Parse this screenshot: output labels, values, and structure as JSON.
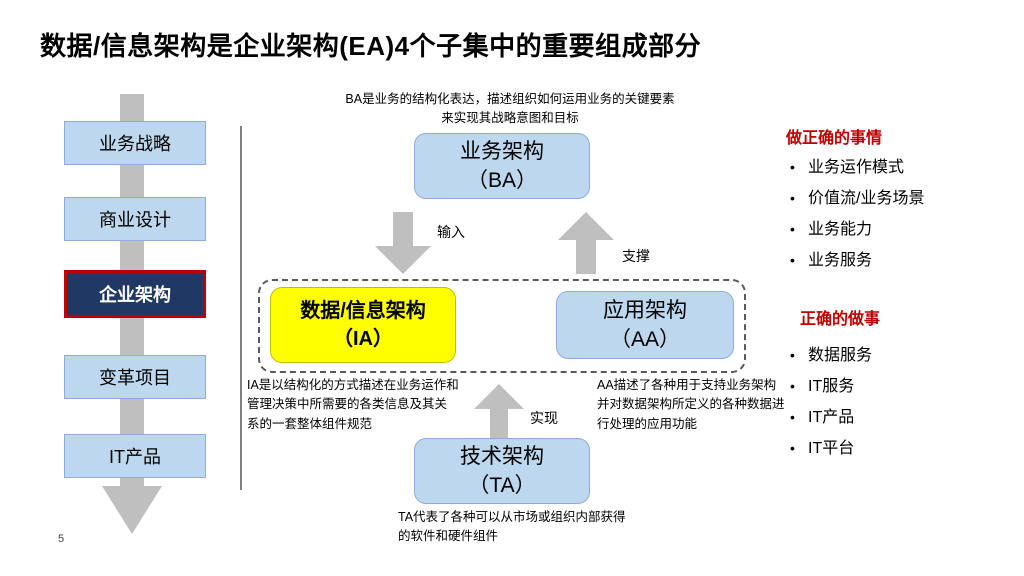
{
  "slide": {
    "title": "数据/信息架构是企业架构(EA)4个子集中的重要组成部分",
    "page_number": "5"
  },
  "sidebar": {
    "items": [
      {
        "label": "业务战略"
      },
      {
        "label": "商业设计"
      },
      {
        "label": "企业架构"
      },
      {
        "label": "变革项目"
      },
      {
        "label": "IT产品"
      }
    ]
  },
  "diagram": {
    "ba_note": "BA是业务的结构化表达，描述组织如何运用业务的关键要素来实现其战略意图和目标",
    "boxes": {
      "ba": {
        "line1": "业务架构",
        "line2": "（BA）"
      },
      "ia": {
        "line1": "数据/信息架构",
        "line2": "（IA）"
      },
      "aa": {
        "line1": "应用架构",
        "line2": "（AA）"
      },
      "ta": {
        "line1": "技术架构",
        "line2": "（TA）"
      }
    },
    "arrow_labels": {
      "input": "输入",
      "support": "支撑",
      "realize": "实现"
    },
    "ia_note": "IA是以结构化的方式描述在业务运作和管理决策中所需要的各类信息及其关系的一套整体组件规范",
    "aa_note": "AA描述了各种用于支持业务架构并对数据架构所定义的各种数据进行处理的应用功能",
    "ta_note": "TA代表了各种可以从市场或组织内部获得的软件和硬件组件"
  },
  "right_panel": {
    "section1": {
      "heading": "做正确的事情",
      "items": [
        "业务运作模式",
        "价值流/业务场景",
        "业务能力",
        "业务服务"
      ]
    },
    "section2": {
      "heading": "正确的做事",
      "items": [
        "数据服务",
        "IT服务",
        "IT产品",
        "IT平台"
      ]
    }
  },
  "colors": {
    "accent_red": "#C00000",
    "light_blue": "#BDD7EE",
    "dark_navy": "#1F3864",
    "yellow": "#FFFF00",
    "arrow_gray": "#BFBFBF"
  }
}
